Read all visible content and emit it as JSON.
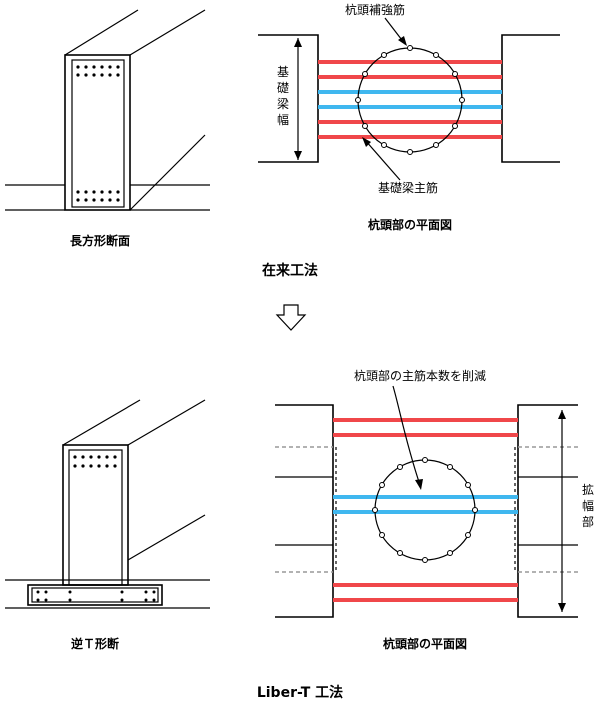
{
  "top": {
    "section_label_left": "長方形断面",
    "plan_label": "杭頭部の平面図",
    "callout_top": "杭頭補強筋",
    "callout_bottom": "基礎梁主筋",
    "beam_width_label": [
      "基",
      "礎",
      "梁",
      "幅"
    ],
    "method_title": "在来工法"
  },
  "bottom": {
    "section_label_left": "逆Ｔ形断",
    "plan_label": "杭頭部の平面図",
    "callout_top": "杭頭部の主筋本数を削減",
    "widen_label": [
      "拡",
      "幅",
      "部"
    ],
    "method_title": "Liber-T 工法"
  },
  "arrow_icon": "hollow-down-arrow-icon",
  "colors": {
    "rebar_red": "#f0474a",
    "rebar_blue": "#3fb7ef"
  }
}
